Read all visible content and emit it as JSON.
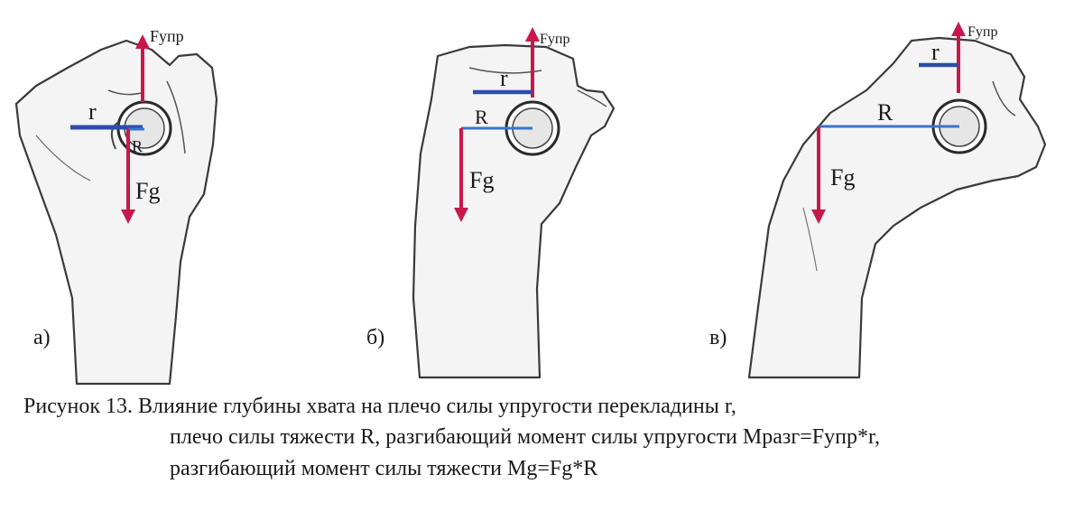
{
  "colors": {
    "force_arrow": "#c8184a",
    "lever_line": "#2c4ea8",
    "lever_line_light": "#3b74c9",
    "sketch": "#3a3a3a",
    "hand_fill": "#f4f4f4"
  },
  "panels": [
    {
      "label": "а)",
      "f_elastic_label": "Fупр",
      "r_label": "r",
      "R_label": "R",
      "fg_label": "Fg"
    },
    {
      "label": "б)",
      "f_elastic_label": "Fупр",
      "r_label": "r",
      "R_label": "R",
      "fg_label": "Fg"
    },
    {
      "label": "в)",
      "f_elastic_label": "Fупр",
      "r_label": "r",
      "R_label": "R",
      "fg_label": "Fg"
    }
  ],
  "caption": {
    "line1": "Рисунок 13. Влияние глубины хвата на плечо силы упругости перекладины r,",
    "line2": "плечо силы тяжести R, разгибающий момент силы упругости Мразг=Fупр*r,",
    "line3": "разгибающий момент силы тяжести Mg=Fg*R"
  }
}
